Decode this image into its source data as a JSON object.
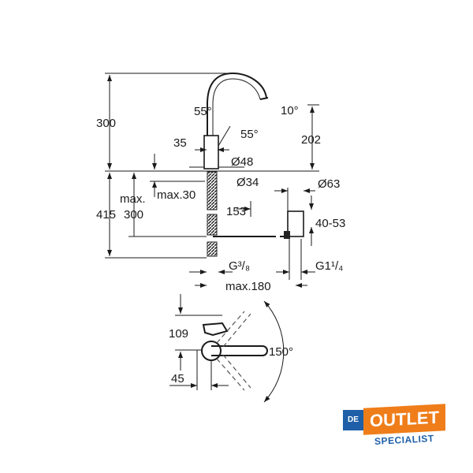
{
  "drawing": {
    "side_view": {
      "height_top": "300",
      "spout_angle_left": "55°",
      "spout_tilt": "10°",
      "spout_angle_right": "55°",
      "spout_height": "202",
      "lever_offset": "35",
      "body_diameter": "Ø48",
      "mount_diameter": "Ø34",
      "drain_diameter": "Ø63",
      "max_label": "max.",
      "max_thickness": "max.30",
      "total_height": "415",
      "below_height": "300",
      "rod_length": "153",
      "drain_range": "40-53",
      "supply_thread": "G³/₈",
      "drain_thread": "G1¹/₄",
      "max_spread": "max.180"
    },
    "top_view": {
      "lever_depth": "109",
      "offset": "45",
      "swivel_angle": "150°"
    }
  },
  "logo": {
    "prefix": "DE",
    "name": "OUTLET",
    "tagline": "SPECIALIST",
    "colors": {
      "blue": "#1f5fa8",
      "orange": "#ef7d1a"
    }
  }
}
